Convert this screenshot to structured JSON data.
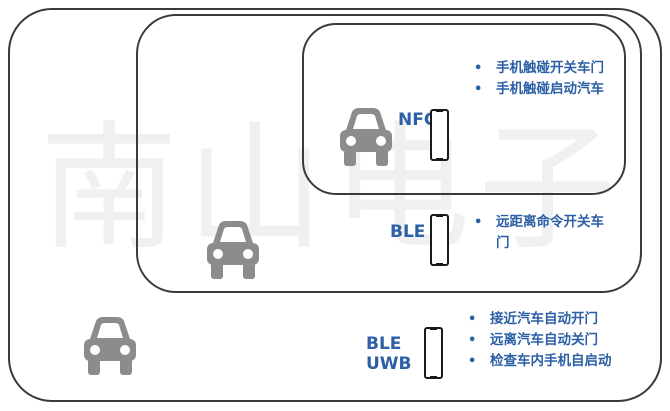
{
  "watermark": "南山电子",
  "zones": {
    "inner": {
      "technology": "NFC",
      "features": [
        "手机触碰开关车门",
        "手机触碰启动汽车"
      ]
    },
    "middle": {
      "technology": "BLE",
      "features": [
        "远距离命令开关车门"
      ]
    },
    "outer": {
      "technology_lines": [
        "BLE",
        "UWB"
      ],
      "features": [
        "接近汽车自动开门",
        "远离汽车自动关门",
        "检查车内手机自启动"
      ]
    }
  },
  "colors": {
    "text_accent": "#2b5fa6",
    "car_icon": "#8c8c8c",
    "zone_border": "#3a3a3a"
  },
  "icons": [
    "car-icon",
    "phone-icon",
    "bullet"
  ]
}
